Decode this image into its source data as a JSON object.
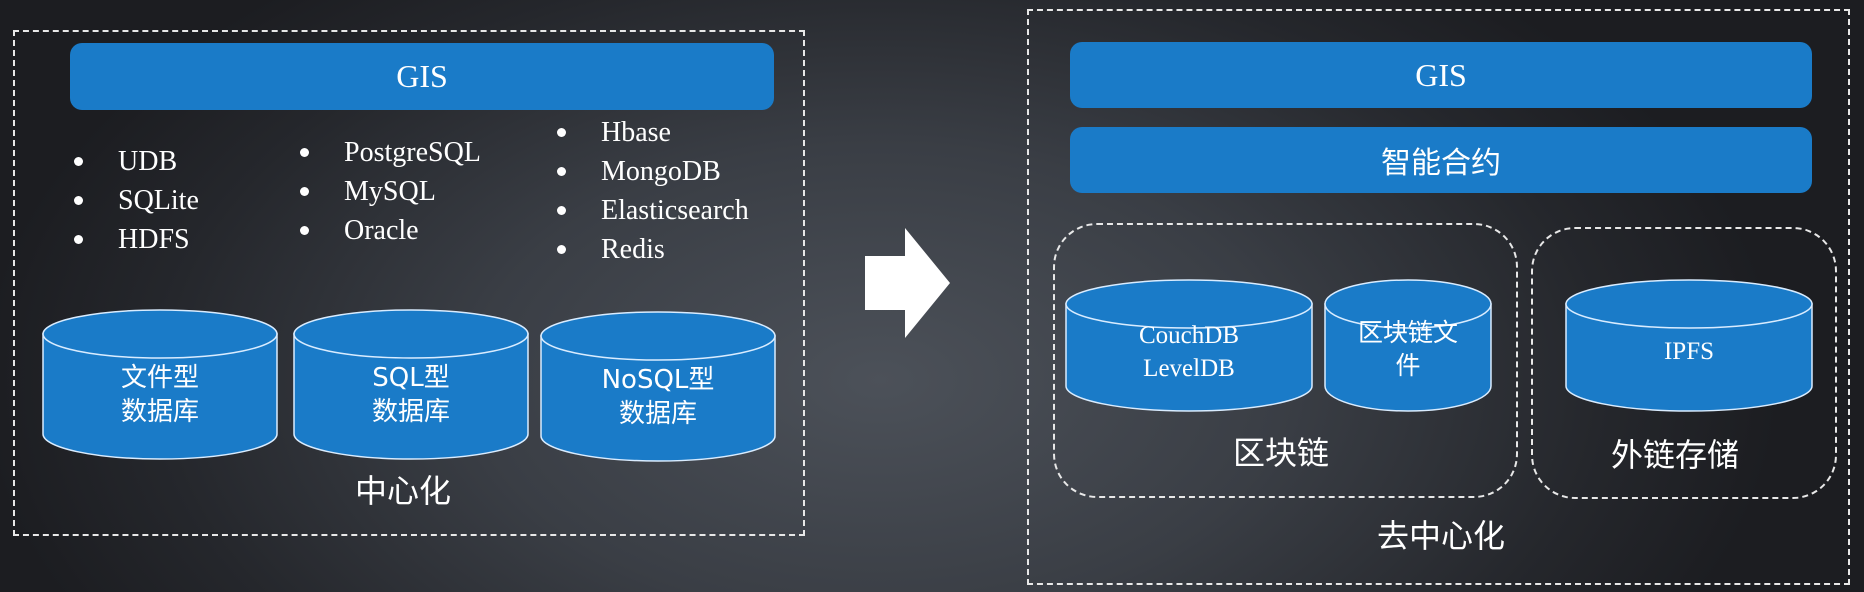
{
  "centralized": {
    "title_bar": "GIS",
    "lists": [
      [
        "UDB",
        "SQLite",
        "HDFS"
      ],
      [
        "PostgreSQL",
        "MySQL",
        "Oracle"
      ],
      [
        "Hbase",
        "MongoDB",
        "Elasticsearch",
        "Redis"
      ]
    ],
    "databases": [
      {
        "line1": "文件型",
        "line2": "数据库"
      },
      {
        "line1": "SQL型",
        "line2": "数据库"
      },
      {
        "line1": "NoSQL型",
        "line2": "数据库"
      }
    ],
    "caption": "中心化"
  },
  "arrow": {
    "icon": "right-arrow-icon"
  },
  "decentralized": {
    "title_bar": "GIS",
    "smart_contract_bar": "智能合约",
    "blockchain_group": {
      "databases": [
        {
          "line1": "CouchDB",
          "line2": "LevelDB"
        },
        {
          "line1": "区块链文",
          "line2": "件"
        }
      ],
      "caption": "区块链"
    },
    "offchain_group": {
      "databases": [
        {
          "line1": "IPFS"
        }
      ],
      "caption": "外链存储"
    },
    "caption": "去中心化"
  },
  "colors": {
    "cylinder_fill": "#1a7bc8",
    "cylinder_stroke": "#d9ecff",
    "bar_fill": "#1a7bc8",
    "dash": "#e8e8e8"
  }
}
